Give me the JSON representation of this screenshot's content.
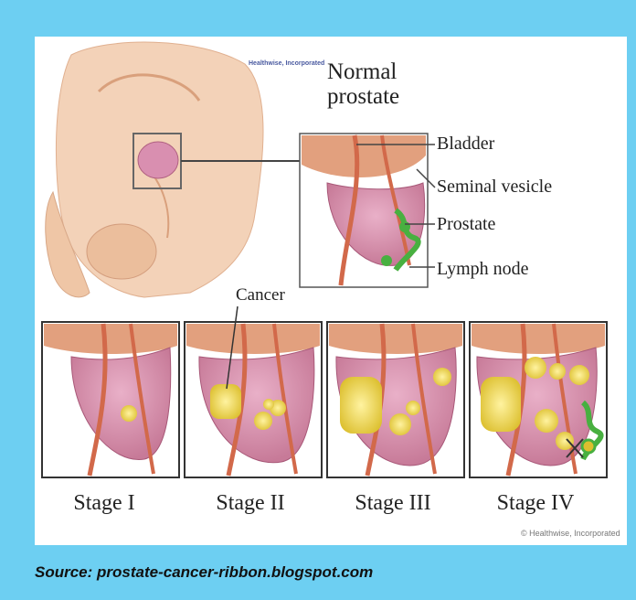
{
  "header": {
    "title": "Normal\nprostate",
    "top_credit": "Healthwise, Incorporated"
  },
  "anatomy_labels": {
    "bladder": "Bladder",
    "seminal_vesicle": "Seminal vesicle",
    "prostate": "Prostate",
    "lymph_node": "Lymph node"
  },
  "cancer_label": "Cancer",
  "stages": [
    "Stage I",
    "Stage II",
    "Stage III",
    "Stage IV"
  ],
  "credit": "© Healthwise, Incorporated",
  "source": "Source: prostate-cancer-ribbon.blogspot.com",
  "colors": {
    "background": "#6dcff2",
    "skin": "#f3d2b8",
    "prostate": "#d98fb0",
    "bladder": "#e2a07e",
    "vessel": "#d2694a",
    "tumor": "#ecd24a",
    "lymph": "#48b040"
  }
}
